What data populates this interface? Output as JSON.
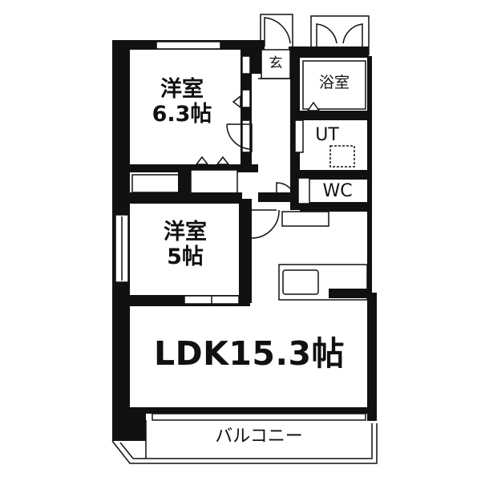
{
  "rooms": {
    "western1": {
      "name": "洋室",
      "size": "6.3帖"
    },
    "western2": {
      "name": "洋室",
      "size": "5帖"
    },
    "ldk": {
      "label": "LDK15.3帖"
    },
    "entrance": {
      "label": "玄"
    },
    "bath": {
      "label": "浴室"
    },
    "utility": {
      "label": "UT"
    },
    "toilet": {
      "label": "WC"
    },
    "balcony": {
      "label": "バルコニー"
    }
  }
}
